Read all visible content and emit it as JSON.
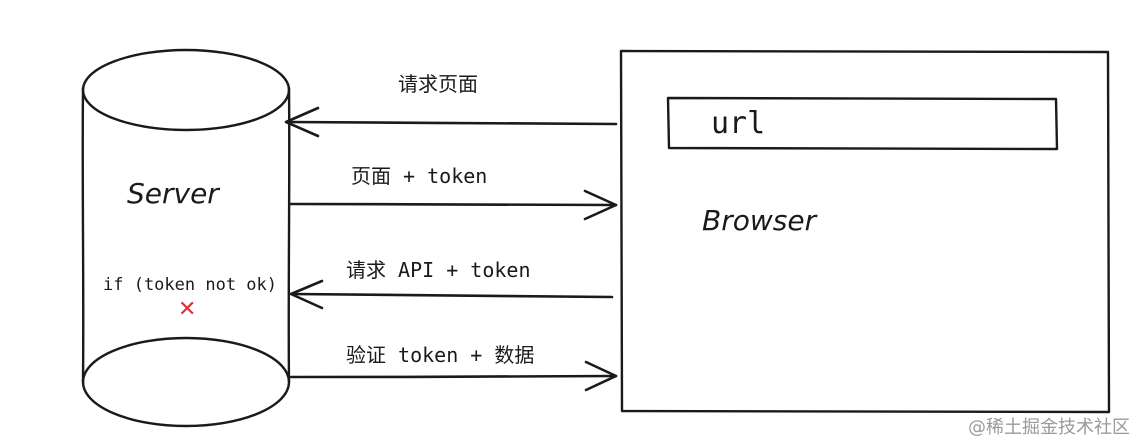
{
  "server": {
    "label": "Server",
    "condition": "if (token not ok)",
    "fail_mark": "✕",
    "fail_color": "#e03131"
  },
  "browser": {
    "label": "Browser",
    "url_bar": "url"
  },
  "messages": [
    {
      "label": "请求页面",
      "direction": "browser-to-server"
    },
    {
      "label": "页面 + token",
      "direction": "server-to-browser"
    },
    {
      "label": "请求 API + token",
      "direction": "browser-to-server"
    },
    {
      "label": "验证 token + 数据",
      "direction": "server-to-browser"
    }
  ],
  "watermark": "@稀土掘金技术社区",
  "colors": {
    "stroke": "#1a1a1a",
    "background": "#ffffff"
  }
}
